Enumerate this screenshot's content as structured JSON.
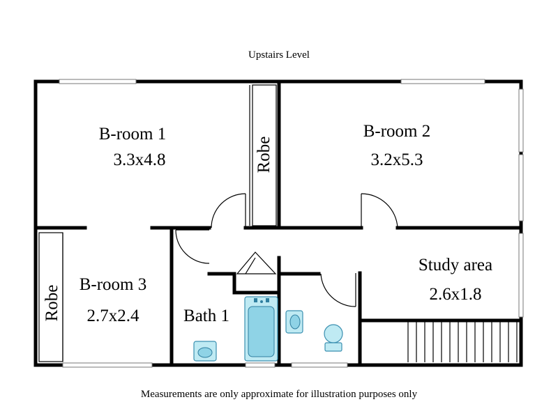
{
  "title": "Upstairs Level",
  "footer_note": "Measurements are only approximate for illustration purposes only",
  "rooms": {
    "broom1": {
      "name": "B-room 1",
      "size": "3.3x4.8"
    },
    "broom2": {
      "name": "B-room 2",
      "size": "3.2x5.3"
    },
    "broom3": {
      "name": "B-room 3",
      "size": "2.7x2.4"
    },
    "bath1": {
      "name": "Bath 1"
    },
    "study": {
      "name": "Study area",
      "size": "2.6x1.8"
    }
  },
  "robes": {
    "upper": "Robe",
    "lower": "Robe"
  },
  "colors": {
    "wall": "#000000",
    "fixture_fill": "#bfeaf3",
    "fixture_stroke": "#3a8fb0"
  }
}
